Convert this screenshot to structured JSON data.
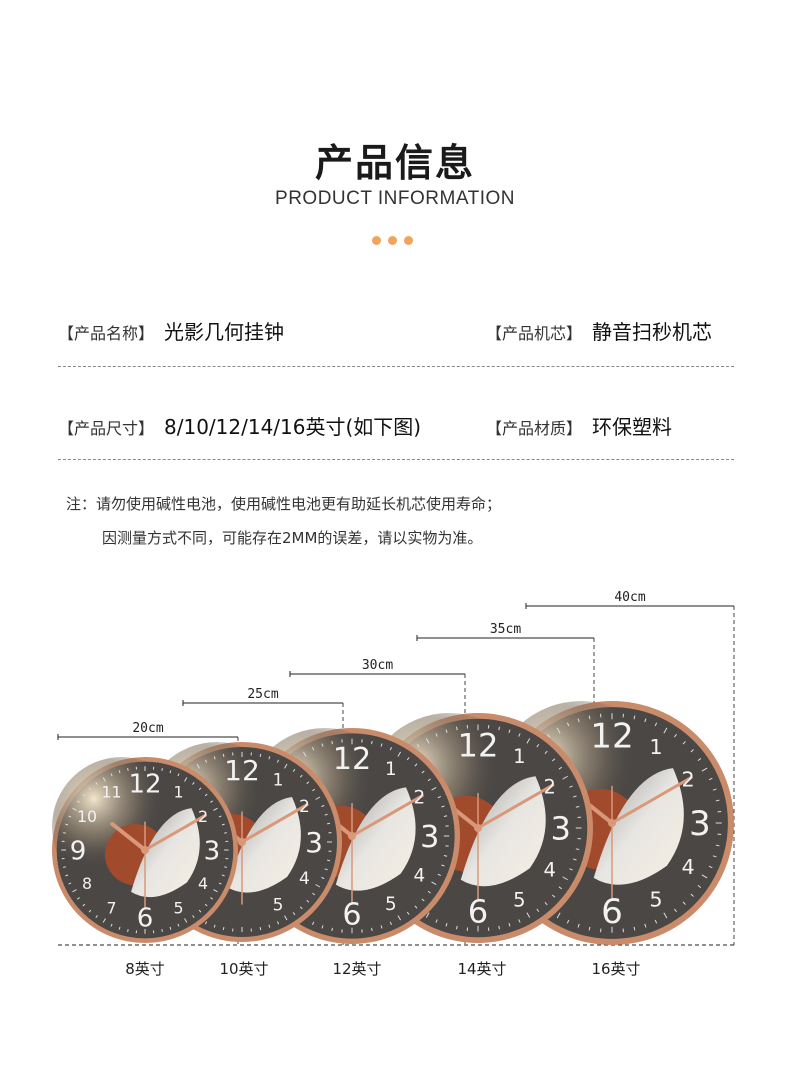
{
  "header": {
    "title": "产品信息",
    "subtitle": "PRODUCT INFORMATION"
  },
  "info": [
    {
      "label": "【产品名称】",
      "value": "光影几何挂钟"
    },
    {
      "label": "【产品机芯】",
      "value": "静音扫秒机芯"
    },
    {
      "label": "【产品尺寸】",
      "value": "8/10/12/14/16英寸(如下图)"
    },
    {
      "label": "【产品材质】",
      "value": "环保塑料"
    }
  ],
  "notes": [
    "注：请勿使用碱性电池，使用碱性电池更有助延长机芯使用寿命；",
    "因测量方式不同，可能存在2MM的误差，请以实物为准。"
  ],
  "sizes": [
    {
      "inch": "8英寸",
      "cm": "20cm"
    },
    {
      "inch": "10英寸",
      "cm": "25cm"
    },
    {
      "inch": "12英寸",
      "cm": "30cm"
    },
    {
      "inch": "14英寸",
      "cm": "35cm"
    },
    {
      "inch": "16英寸",
      "cm": "40cm"
    }
  ],
  "clock": {
    "numerals": [
      "12",
      "1",
      "2",
      "3",
      "4",
      "5",
      "6",
      "7",
      "8",
      "9",
      "10",
      "11"
    ]
  },
  "colors": {
    "accent": "#f0a45c",
    "dial": "#4a4745",
    "rim": "#c98b6a",
    "sun": "#a24a2c",
    "hand": "#d9987a"
  }
}
